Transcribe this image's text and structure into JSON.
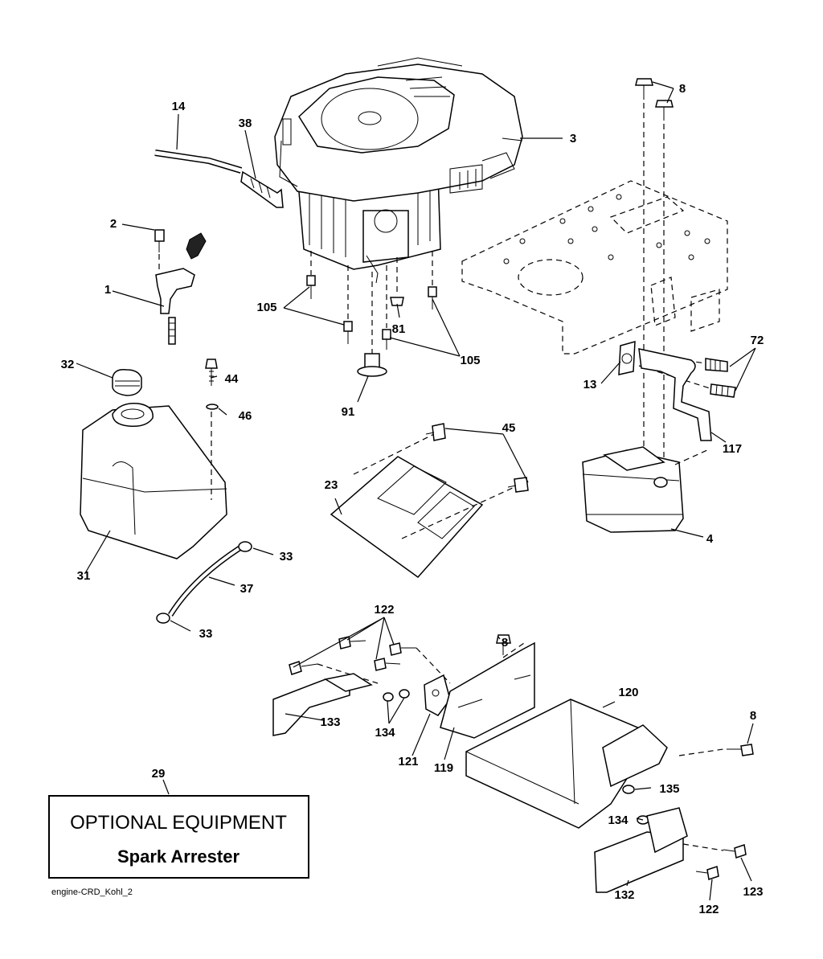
{
  "callouts": {
    "c14": "14",
    "c38": "38",
    "c3": "3",
    "c8a": "8",
    "c2": "2",
    "c1": "1",
    "c105a": "105",
    "c81": "81",
    "c105b": "105",
    "c91": "91",
    "c72": "72",
    "c13": "13",
    "c117": "117",
    "c32": "32",
    "c44": "44",
    "c46": "46",
    "c45": "45",
    "c23": "23",
    "c4": "4",
    "c31": "31",
    "c33a": "33",
    "c37": "37",
    "c33b": "33",
    "c122a": "122",
    "c8b": "8",
    "c120": "120",
    "c133": "133",
    "c134a": "134",
    "c121": "121",
    "c119": "119",
    "c8c": "8",
    "c135": "135",
    "c134b": "134",
    "c29": "29",
    "c132": "132",
    "c122b": "122",
    "c123": "123"
  },
  "optional_box": {
    "title": "OPTIONAL EQUIPMENT",
    "subtitle": "Spark Arrester"
  },
  "caption": "engine-CRD_Kohl_2"
}
